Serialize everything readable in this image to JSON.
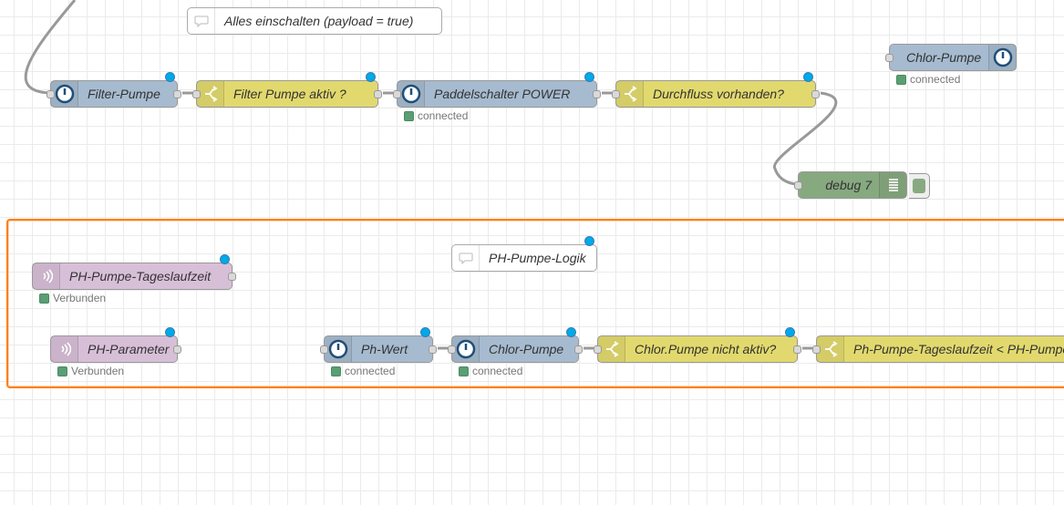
{
  "comments": [
    {
      "id": "c1",
      "label": "Alles einschalten (payload = true)"
    },
    {
      "id": "c2",
      "label": "PH-Pumpe-Logik"
    }
  ],
  "nodes": {
    "filter_pumpe": {
      "label": "Filter-Pumpe"
    },
    "filter_pumpe_aktiv": {
      "label": "Filter Pumpe aktiv ?"
    },
    "paddelschalter": {
      "label": "Paddelschalter POWER",
      "status": "connected"
    },
    "durchfluss": {
      "label": "Durchfluss vorhanden?"
    },
    "chlor_pumpe_top": {
      "label": "Chlor-Pumpe",
      "status": "connected"
    },
    "debug7": {
      "label": "debug 7"
    },
    "ph_tageslaufzeit": {
      "label": "PH-Pumpe-Tageslaufzeit",
      "status": "Verbunden"
    },
    "ph_parameter": {
      "label": "PH-Parameter",
      "status": "Verbunden"
    },
    "ph_wert": {
      "label": "Ph-Wert",
      "status": "connected"
    },
    "chlor_pumpe_bottom": {
      "label": "Chlor-Pumpe",
      "status": "connected"
    },
    "chlor_nicht_aktiv": {
      "label": "Chlor.Pumpe nicht aktiv?"
    },
    "ph_tageslaufzeit_cmp": {
      "label": "Ph-Pumpe-Tageslaufzeit < PH-Pumpe"
    }
  },
  "colors": {
    "blue": "#a6bbcf",
    "yellow": "#e2d96e",
    "purple": "#d8bfd8",
    "green": "#87a980",
    "group_border": "#ff7f0e",
    "status_connected": "#5a9e74",
    "changed_dot": "#00a9e8"
  },
  "icons": {
    "blue_nodes": "power-icon",
    "yellow_nodes": "switch-icon",
    "purple_nodes": "rss-icon",
    "debug_node": "debug-list-icon",
    "comment_nodes": "comment-icon"
  }
}
